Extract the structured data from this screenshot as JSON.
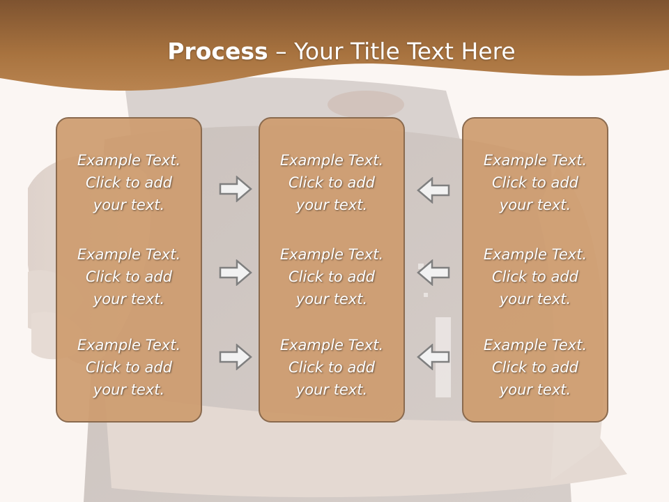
{
  "slide": {
    "title_bold": "Process",
    "title_rest": " – Your Title Text Here",
    "colors": {
      "header_brown": "#a4703e",
      "box_fill": "#cd9c6f",
      "box_border": "#8a6a4e",
      "arrow_fill": "#f2f2f2",
      "arrow_stroke": "#7f7f7f"
    },
    "columns": [
      {
        "items": [
          {
            "line1": "Example Text.",
            "line2": "Click  to add",
            "line3": "your text."
          },
          {
            "line1": "Example Text.",
            "line2": "Click  to add",
            "line3": "your text."
          },
          {
            "line1": "Example Text.",
            "line2": "Click  to add",
            "line3": "your text."
          }
        ]
      },
      {
        "items": [
          {
            "line1": "Example Text.",
            "line2": "Click  to add",
            "line3": "your text."
          },
          {
            "line1": "Example Text.",
            "line2": "Click  to add",
            "line3": "your text."
          },
          {
            "line1": "Example Text.",
            "line2": "Click  to add",
            "line3": "your text."
          }
        ]
      },
      {
        "items": [
          {
            "line1": "Example Text.",
            "line2": "Click  to add",
            "line3": "your text."
          },
          {
            "line1": "Example Text.",
            "line2": "Click  to add",
            "line3": "your text."
          },
          {
            "line1": "Example Text.",
            "line2": "Click  to add",
            "line3": "your text."
          }
        ]
      }
    ],
    "arrows": [
      {
        "direction": "right",
        "icon": "arrow-right-icon"
      },
      {
        "direction": "right",
        "icon": "arrow-right-icon"
      },
      {
        "direction": "right",
        "icon": "arrow-right-icon"
      },
      {
        "direction": "left",
        "icon": "arrow-left-icon"
      },
      {
        "direction": "left",
        "icon": "arrow-left-icon"
      },
      {
        "direction": "left",
        "icon": "arrow-left-icon"
      }
    ]
  }
}
